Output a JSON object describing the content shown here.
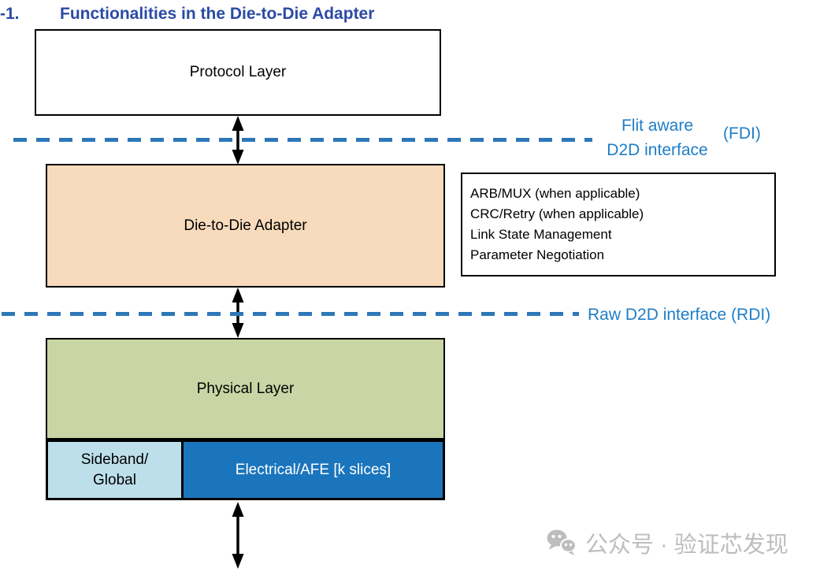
{
  "title": {
    "number": "-1.",
    "text": "Functionalities in the Die-to-Die Adapter"
  },
  "colors": {
    "title_blue": "#2B4AA5",
    "interface_label_blue": "#1E7EC8",
    "dashed_line_blue": "#2E77B8",
    "protocol_fill": "#FFFFFF",
    "adapter_fill": "#F8DABC",
    "physical_fill": "#C9D5A4",
    "sideband_fill": "#BDDEEB",
    "electrical_fill": "#1B75BC",
    "arrow_black": "#000000",
    "watermark_gray": "#BDBDBD"
  },
  "layers": {
    "protocol": {
      "label": "Protocol Layer"
    },
    "adapter": {
      "label": "Die-to-Die Adapter"
    },
    "physical": {
      "label": "Physical Layer"
    },
    "sideband": {
      "line1": "Sideband/",
      "line2": "Global"
    },
    "electrical": {
      "label": "Electrical/AFE [k slices]"
    }
  },
  "interfaces": {
    "fdi": {
      "line1": "Flit aware",
      "line2": "D2D interface",
      "abbrev": "(FDI)"
    },
    "rdi": {
      "label": "Raw D2D interface (RDI)"
    }
  },
  "adapter_functions": [
    "ARB/MUX (when applicable)",
    "CRC/Retry (when applicable)",
    "Link State Management",
    "Parameter Negotiation"
  ],
  "watermark": {
    "text": "公众号 · 验证芯发现"
  }
}
